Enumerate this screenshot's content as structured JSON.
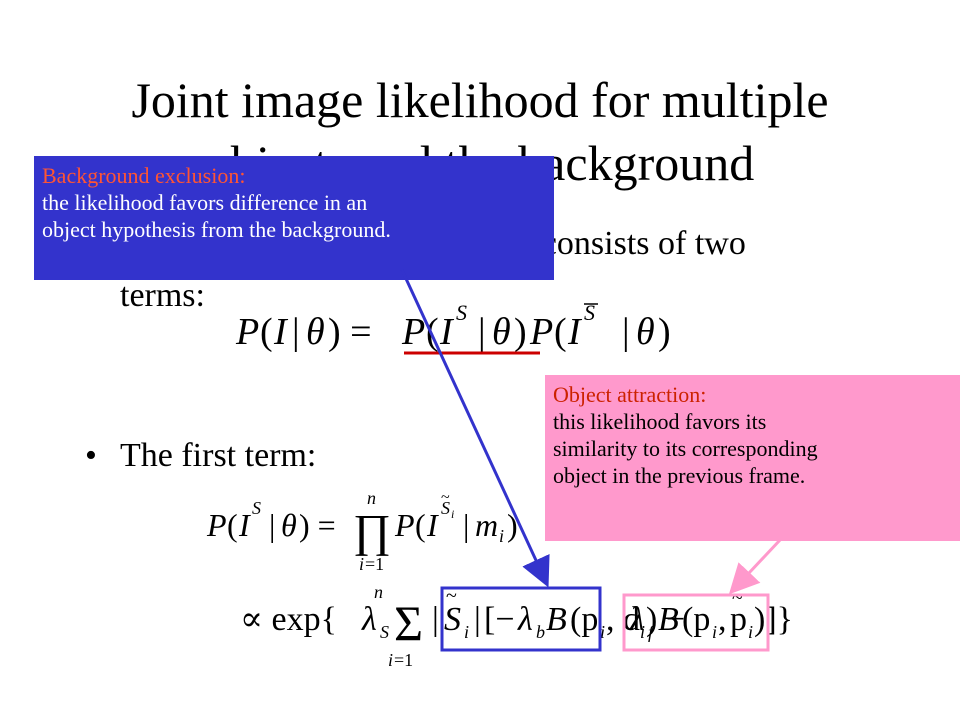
{
  "slide": {
    "title_line1": "Joint image likelihood for multiple",
    "title_line2": "objects and the background",
    "bullets": [
      {
        "text": ") consists of two",
        "continuation": "terms:"
      },
      {
        "text": "The first term:"
      }
    ],
    "bullet_symbol": "•"
  },
  "callouts": {
    "background_exclusion": {
      "heading": "Background exclusion:",
      "body_line1": "the likelihood favors difference in an",
      "body_line2": "object hypothesis from the background."
    },
    "object_attraction": {
      "heading": "Object attraction:",
      "body_line1": "this likelihood favors its",
      "body_line2": "similarity to its corresponding",
      "body_line3": "object in the previous frame."
    }
  },
  "equations": {
    "eq1": "P(I | θ) = P(I^S | θ) P(I^S̄ | θ)",
    "eq2": "P(I^S | θ) = ∏_{i=1}^{n} P(I^S̃_i | m_i)",
    "eq3": "∝ exp{λ_S Σ_{i=1}^{n} |S̃_i| [−λ_b B(p_i, d_i) + λ_f B(p_i, p̃_i)]}"
  },
  "colors": {
    "blue_box": "#3333cc",
    "blue_heading": "#ff5533",
    "pink_box": "#ff99cc",
    "pink_heading": "#cc2200",
    "underline_red": "#cc0000",
    "highlight_blue": "#3333cc",
    "highlight_pink": "#ff99cc"
  }
}
